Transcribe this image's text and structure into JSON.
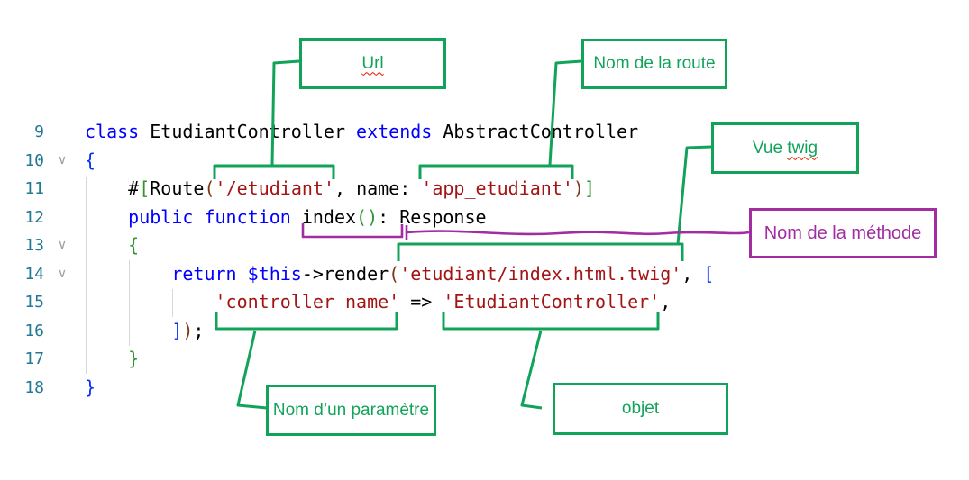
{
  "editor": {
    "lines": [
      {
        "number": "9",
        "foldable": false,
        "tokens": [
          {
            "c": "kw",
            "s": "class"
          },
          {
            "c": "tx",
            "s": " EtudiantController "
          },
          {
            "c": "kw",
            "s": "extends"
          },
          {
            "c": "tx",
            "s": " AbstractController"
          }
        ]
      },
      {
        "number": "10",
        "foldable": true,
        "tokens": [
          {
            "c": "b1",
            "s": "{"
          }
        ]
      },
      {
        "number": "11",
        "foldable": false,
        "tokens": [
          {
            "c": "tx",
            "s": "    #"
          },
          {
            "c": "b2",
            "s": "["
          },
          {
            "c": "tx",
            "s": "Route"
          },
          {
            "c": "b3",
            "s": "("
          },
          {
            "c": "st",
            "s": "'/etudiant'"
          },
          {
            "c": "tx",
            "s": ", name: "
          },
          {
            "c": "st",
            "s": "'app_etudiant'"
          },
          {
            "c": "b3",
            "s": ")"
          },
          {
            "c": "b2",
            "s": "]"
          }
        ]
      },
      {
        "number": "12",
        "foldable": false,
        "tokens": [
          {
            "c": "tx",
            "s": "    "
          },
          {
            "c": "kw",
            "s": "public"
          },
          {
            "c": "tx",
            "s": " "
          },
          {
            "c": "kw",
            "s": "function"
          },
          {
            "c": "tx",
            "s": " index"
          },
          {
            "c": "b2",
            "s": "()"
          },
          {
            "c": "tx",
            "s": ": Response"
          }
        ]
      },
      {
        "number": "13",
        "foldable": true,
        "tokens": [
          {
            "c": "tx",
            "s": "    "
          },
          {
            "c": "b2",
            "s": "{"
          }
        ]
      },
      {
        "number": "14",
        "foldable": true,
        "tokens": [
          {
            "c": "tx",
            "s": "        "
          },
          {
            "c": "kw",
            "s": "return"
          },
          {
            "c": "tx",
            "s": " "
          },
          {
            "c": "kw",
            "s": "$this"
          },
          {
            "c": "tx",
            "s": "->render"
          },
          {
            "c": "b3",
            "s": "("
          },
          {
            "c": "st",
            "s": "'etudiant/index.html.twig'"
          },
          {
            "c": "tx",
            "s": ", "
          },
          {
            "c": "b1",
            "s": "["
          }
        ]
      },
      {
        "number": "15",
        "foldable": false,
        "tokens": [
          {
            "c": "tx",
            "s": "            "
          },
          {
            "c": "st",
            "s": "'controller_name'"
          },
          {
            "c": "tx",
            "s": " => "
          },
          {
            "c": "st",
            "s": "'EtudiantController'"
          },
          {
            "c": "tx",
            "s": ","
          }
        ]
      },
      {
        "number": "16",
        "foldable": false,
        "tokens": [
          {
            "c": "tx",
            "s": "        "
          },
          {
            "c": "b1",
            "s": "]"
          },
          {
            "c": "b3",
            "s": ")"
          },
          {
            "c": "tx",
            "s": ";"
          }
        ]
      },
      {
        "number": "17",
        "foldable": false,
        "tokens": [
          {
            "c": "tx",
            "s": "    "
          },
          {
            "c": "b2",
            "s": "}"
          }
        ]
      },
      {
        "number": "18",
        "foldable": false,
        "tokens": [
          {
            "c": "b1",
            "s": "}"
          }
        ]
      }
    ],
    "fold_chevron": "∨"
  },
  "annotations": {
    "url": {
      "label": "Url"
    },
    "route": {
      "label": "Nom de la route"
    },
    "twig": {
      "label_prefix": "Vue ",
      "label_misspelled": "twig"
    },
    "methode": {
      "label": "Nom de la méthode"
    },
    "parametre": {
      "label": "Nom d’un paramètre"
    },
    "objet": {
      "label": "objet"
    }
  },
  "colors": {
    "annotation_green": "#12a35b",
    "annotation_purple": "#a12da1",
    "spellcheck_squiggle_red": "#e51400",
    "keyword_blue": "#0000ff",
    "string_red": "#a31515",
    "line_number_teal": "#237893",
    "bracket_level1_blue": "#0431fa",
    "bracket_level2_green": "#319331",
    "bracket_level3_brown": "#7b3814"
  }
}
